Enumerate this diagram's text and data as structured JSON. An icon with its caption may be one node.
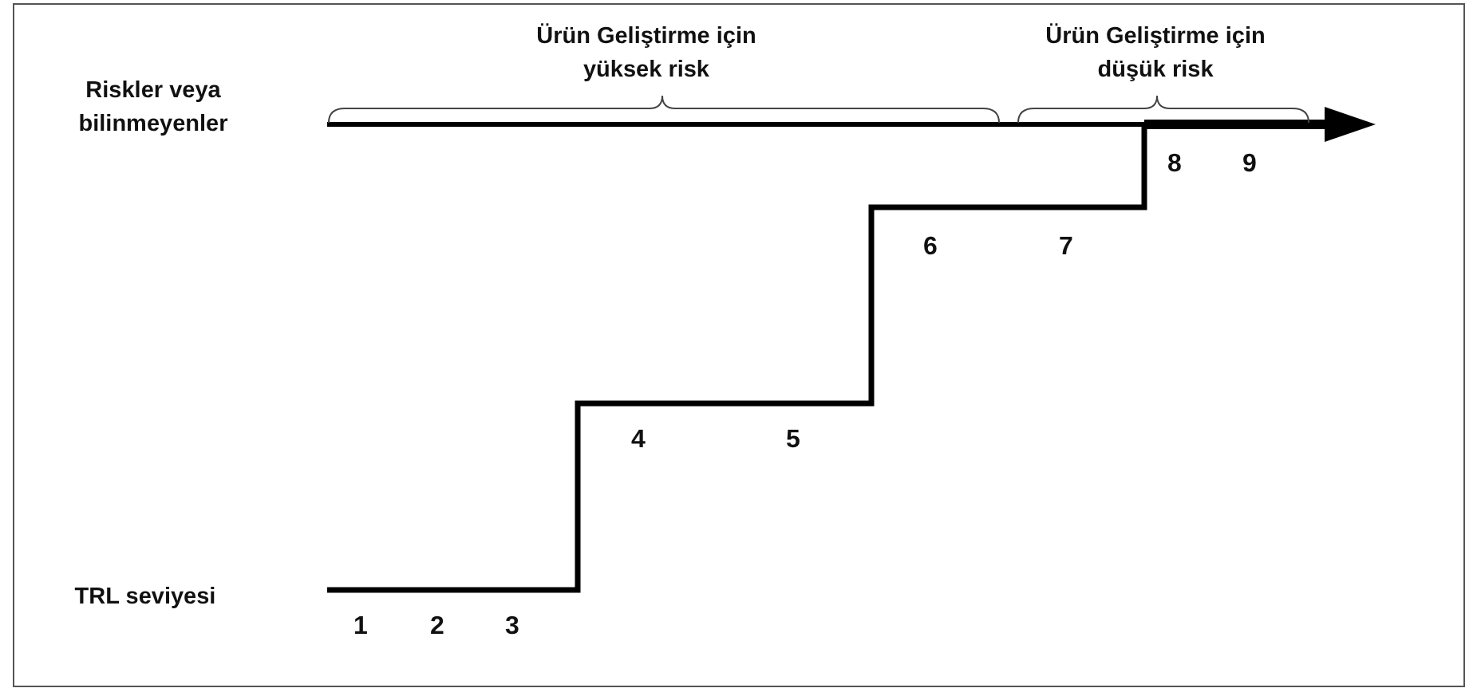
{
  "diagram": {
    "labels": [
      "Ürün Geliştirme için yüksek risk",
      "Ürün Geliştirme için düşük risk",
      "Riskler veya bilinmeyenler",
      "8",
      "9",
      "6",
      "7",
      "4",
      "5",
      "TRL seviyesi",
      "1",
      "2",
      "3"
    ]
  }
}
